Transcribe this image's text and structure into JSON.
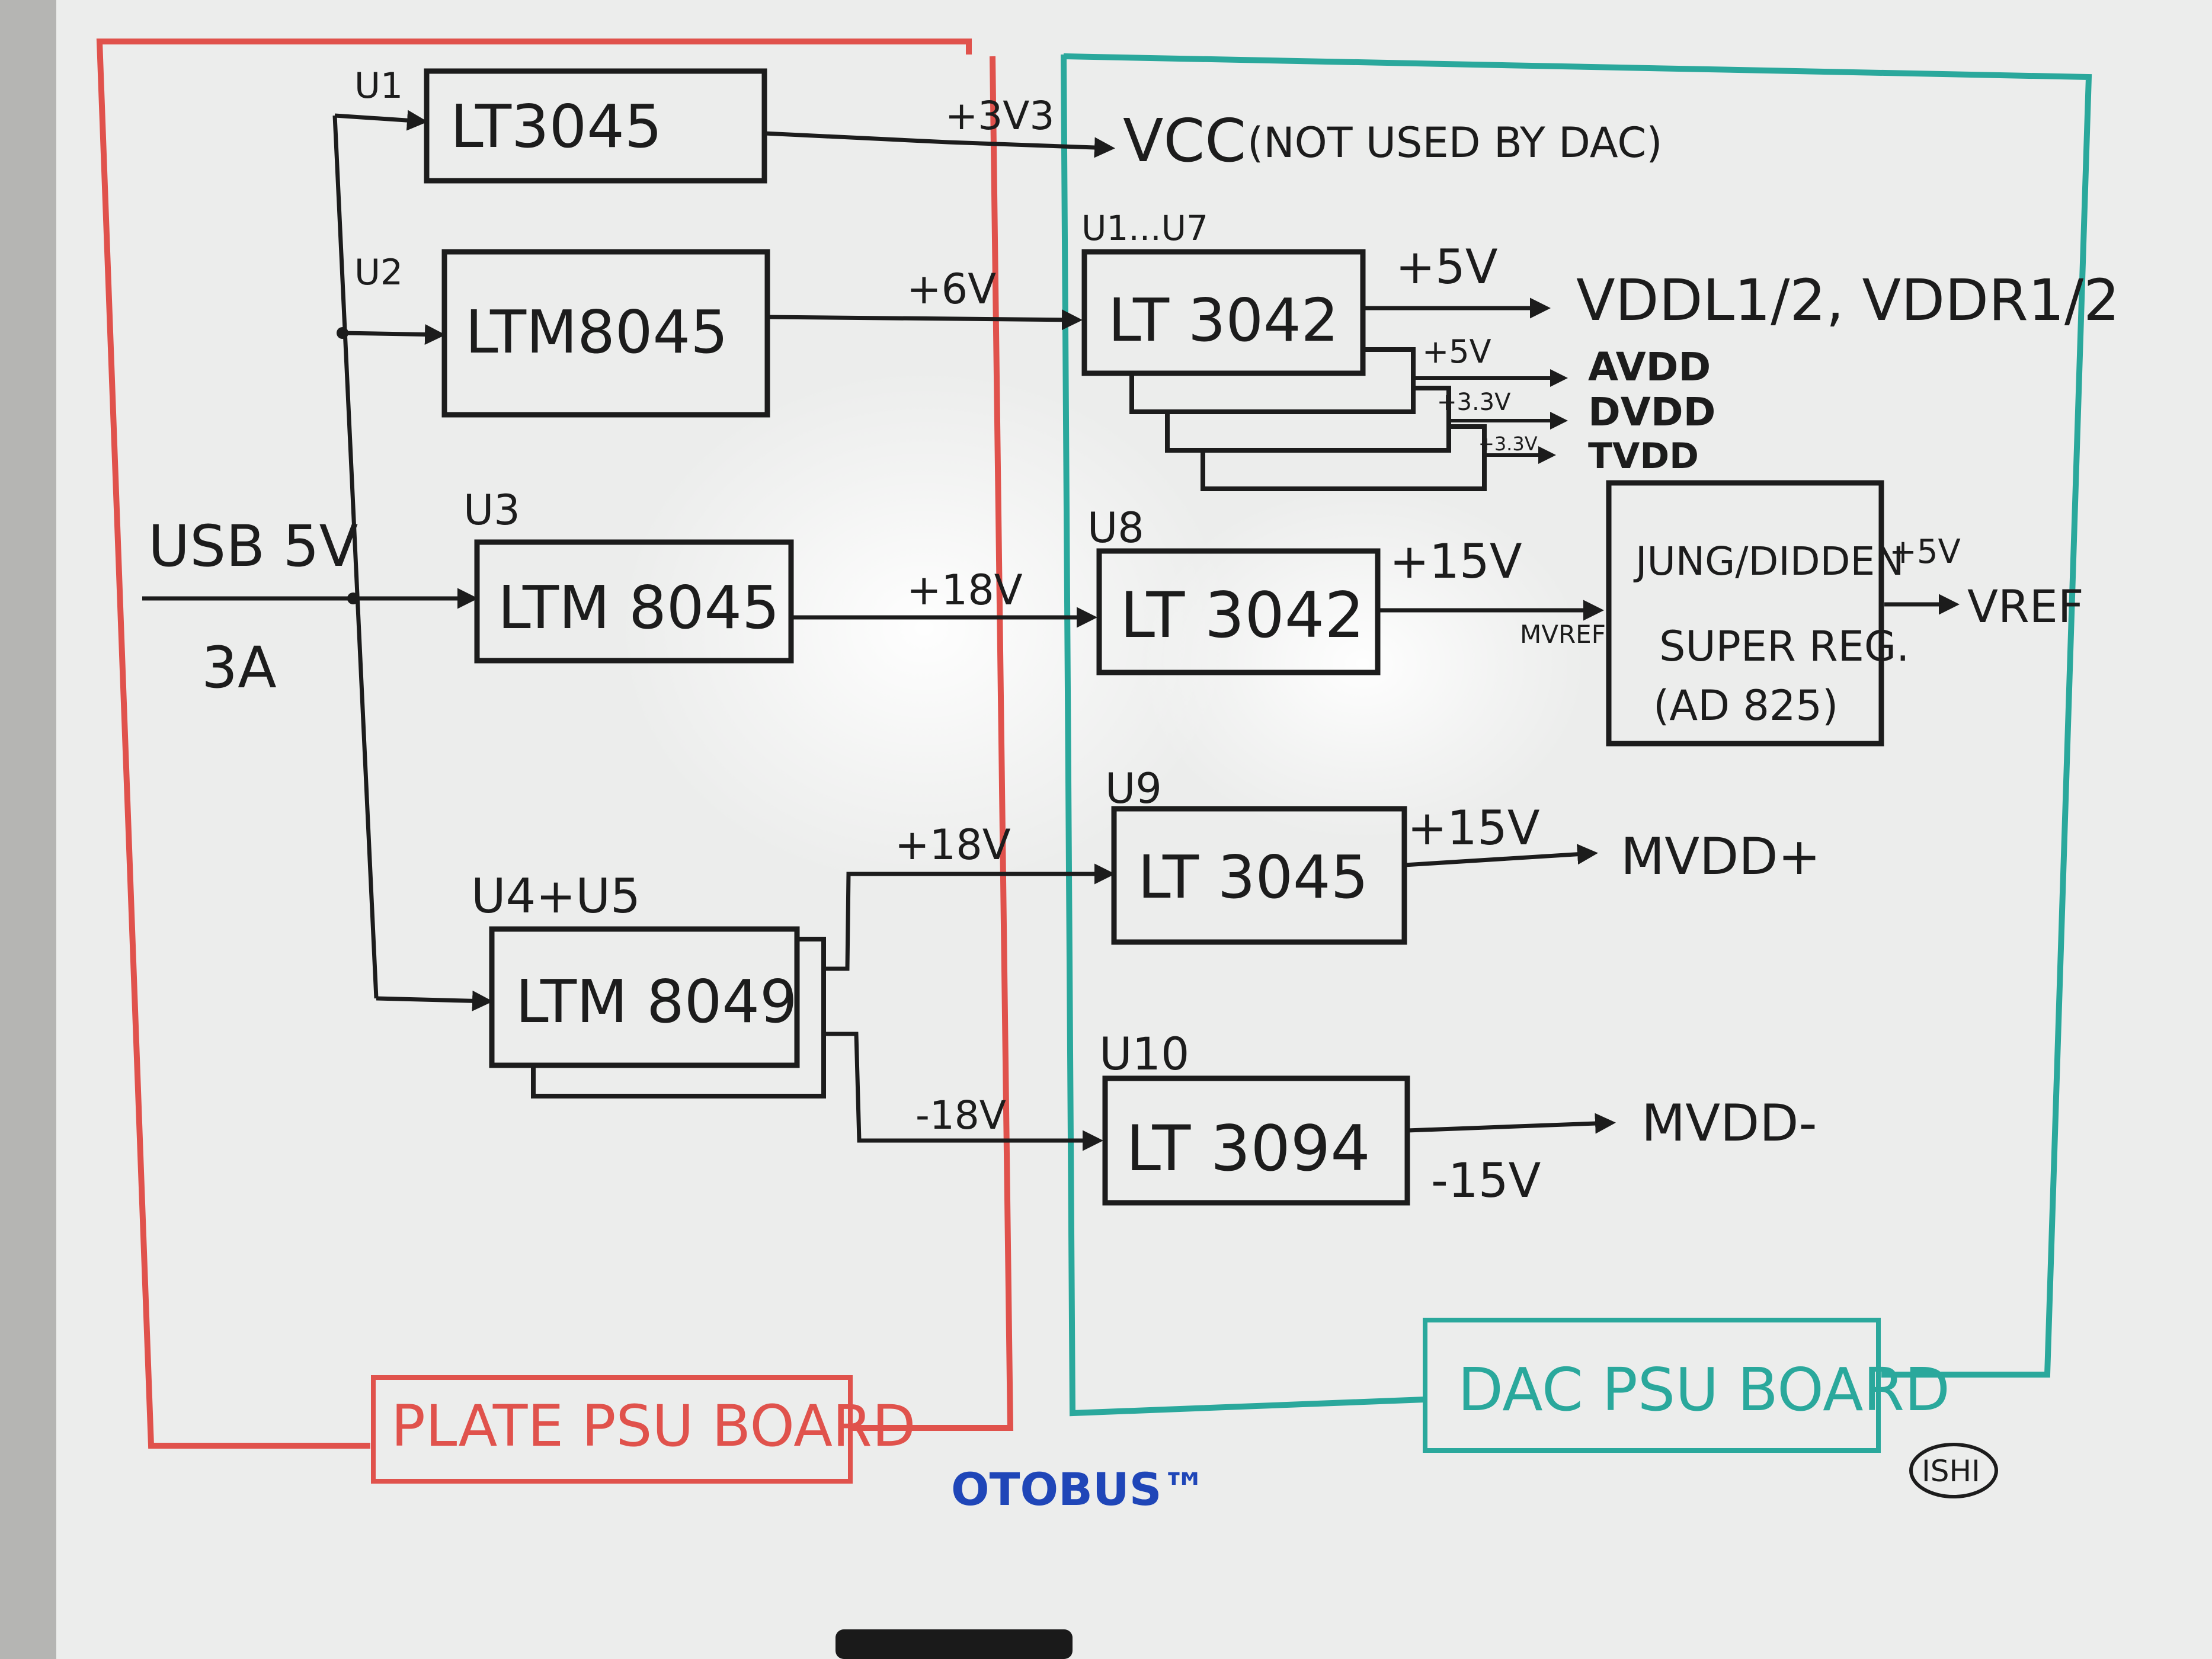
{
  "colors": {
    "ink": "#1c1c1c",
    "plate": "#e0524c",
    "dac": "#2aa89c",
    "blue": "#1f46b8",
    "board": "#ecedec",
    "frame": "#9a9a98"
  },
  "input": {
    "label": "USB 5V",
    "current": "3A"
  },
  "plate_board": {
    "label": "PLATE PSU BOARD"
  },
  "dac_board": {
    "label": "DAC PSU BOARD"
  },
  "regs": {
    "u1": {
      "id": "U1",
      "part": "LT3045"
    },
    "u2": {
      "id": "U2",
      "part": "LTM8045"
    },
    "u3": {
      "id": "U3",
      "part": "LTM 8045"
    },
    "u45": {
      "id": "U4+U5",
      "part": "LTM 8049"
    },
    "u17": {
      "id": "U1...U7",
      "part": "LT 3042"
    },
    "u8": {
      "id": "U8",
      "part": "LT 3042"
    },
    "u9": {
      "id": "U9",
      "part": "LT 3045"
    },
    "u10": {
      "id": "U10",
      "part": "LT 3094"
    },
    "jung": {
      "line1": "JUNG/DIDDEN",
      "line2": "SUPER REG.",
      "line3": "(AD 825)"
    }
  },
  "rails": {
    "v3v3": "+3V3",
    "v6": "+6V",
    "v18a": "+18V",
    "v18b": "+18V",
    "vneg18": "-18V",
    "v5a": "+5V",
    "v5b": "+5V",
    "v33a": "+3.3V",
    "v33b": "+3.3V",
    "v15a": "+15V",
    "v15b": "+15V",
    "vneg15": "-15V",
    "v5c": "+5V",
    "mvref": "MVREF"
  },
  "outputs": {
    "vcc": "VCC",
    "vcc_note": "(NOT USED BY DAC)",
    "vdd": "VDDL1/2, VDDR1/2",
    "avdd": "AVDD",
    "dvdd": "DVDD",
    "tvdd": "TVDD",
    "vref": "VREF",
    "mvdd_pos": "MVDD+",
    "mvdd_neg": "MVDD-"
  },
  "footer": {
    "brand": "OTOBUS™",
    "signature": "ISHI"
  }
}
